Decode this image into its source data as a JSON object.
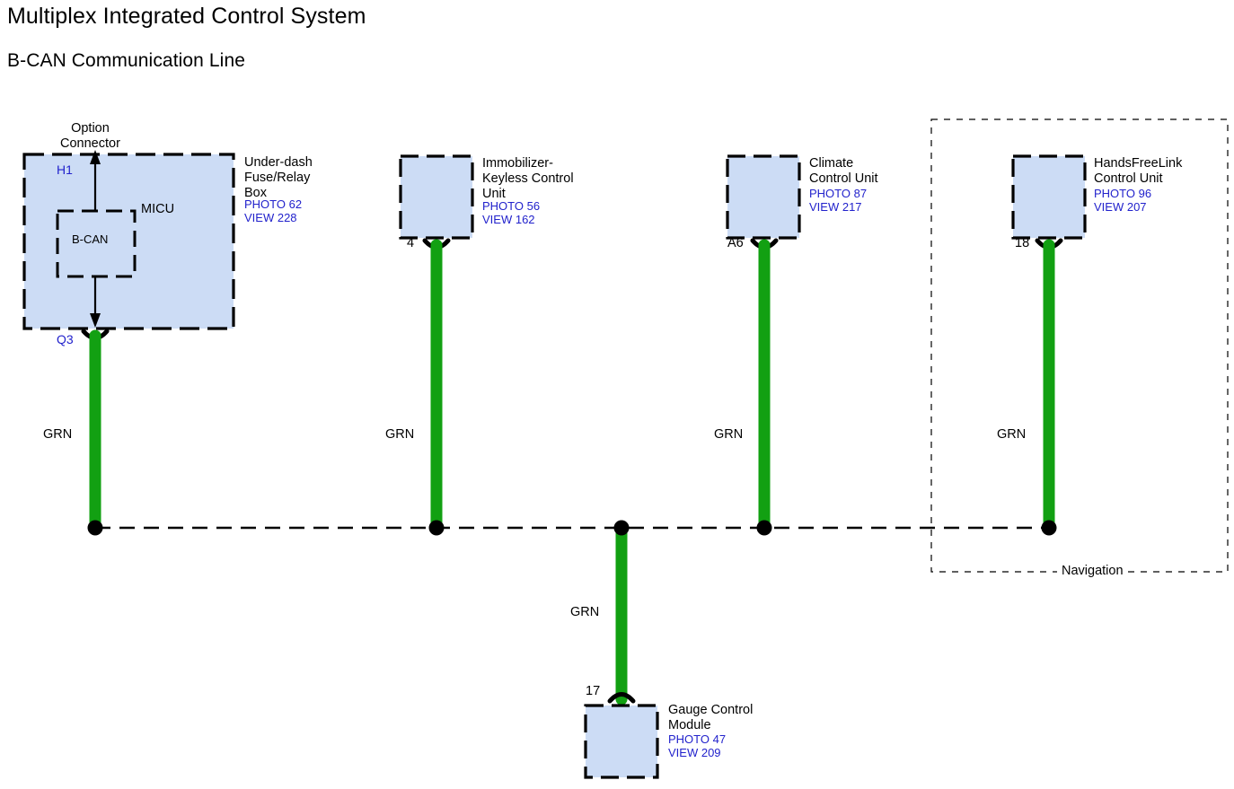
{
  "page": {
    "title": "Multiplex Integrated Control System",
    "subtitle": "B-CAN Communication Line",
    "background": "#ffffff"
  },
  "colors": {
    "wire_green": "#12a012",
    "box_fill": "#ccdcf5",
    "box_border": "#000000",
    "ref_blue": "#2222cc",
    "text_black": "#000000"
  },
  "annotations": {
    "option_connector": "Option\nConnector",
    "option_connector_line1": "Option",
    "option_connector_line2": "Connector",
    "micu": "MICU",
    "bcan": "B-CAN",
    "terminal_h1": "H1",
    "terminal_q3": "Q3",
    "navigation_group": "Navigation"
  },
  "wire_labels": [
    {
      "name": "wire-label-micu",
      "text": "GRN"
    },
    {
      "name": "wire-label-immobilizer",
      "text": "GRN"
    },
    {
      "name": "wire-label-climate",
      "text": "GRN"
    },
    {
      "name": "wire-label-handsfreelink",
      "text": "GRN"
    },
    {
      "name": "wire-label-gauge",
      "text": "GRN"
    }
  ],
  "modules": [
    {
      "id": "under-dash-fuse-relay-box",
      "name_lines": [
        "Under-dash",
        "Fuse/Relay",
        "Box"
      ],
      "photo": "PHOTO 62",
      "view": "VIEW 228",
      "pin": "",
      "terminal_in": "H1",
      "terminal_out": "Q3"
    },
    {
      "id": "immobilizer-keyless-control-unit",
      "name_lines": [
        "Immobilizer-",
        "Keyless Control",
        "Unit"
      ],
      "photo": "PHOTO 56",
      "view": "VIEW 162",
      "pin": "4"
    },
    {
      "id": "climate-control-unit",
      "name_lines": [
        "Climate",
        "Control Unit"
      ],
      "photo": "PHOTO 87",
      "view": "VIEW 217",
      "pin": "A6"
    },
    {
      "id": "handsfreelink-control-unit",
      "name_lines": [
        "HandsFreeLink",
        "Control Unit"
      ],
      "photo": "PHOTO 96",
      "view": "VIEW 207",
      "pin": "18"
    },
    {
      "id": "gauge-control-module",
      "name_lines": [
        "Gauge Control",
        "Module"
      ],
      "photo": "PHOTO 47",
      "view": "VIEW 209",
      "pin": "17"
    }
  ]
}
